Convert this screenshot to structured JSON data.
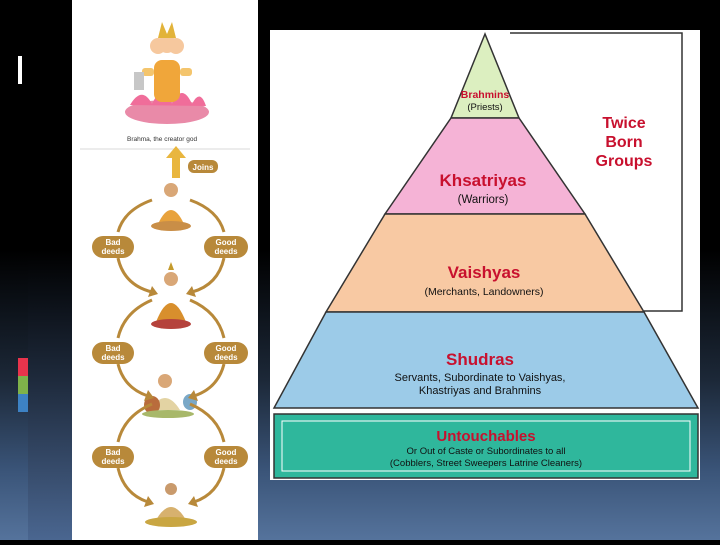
{
  "caption": "Brahma, the creator god",
  "joins_label": "Joins",
  "cycle_labels": [
    {
      "id": "bad1",
      "text": [
        "Bad",
        "deeds"
      ]
    },
    {
      "id": "good1",
      "text": [
        "Good",
        "deeds"
      ]
    },
    {
      "id": "bad2",
      "text": [
        "Bad",
        "deeds"
      ]
    },
    {
      "id": "good2",
      "text": [
        "Good",
        "deeds"
      ]
    },
    {
      "id": "bad3",
      "text": [
        "Bad",
        "deeds"
      ]
    },
    {
      "id": "good3",
      "text": [
        "Good",
        "deeds"
      ]
    }
  ],
  "bracket_label": [
    "Twice",
    "Born",
    "Groups"
  ],
  "tiers": [
    {
      "name": "Brahmins",
      "desc": [
        "(Priests)"
      ],
      "color": "#dcefc0"
    },
    {
      "name": "Khsatriyas",
      "desc": [
        "(Warriors)"
      ],
      "color": "#f5b3d6"
    },
    {
      "name": "Vaishyas",
      "desc": [
        "(Merchants, Landowners)"
      ],
      "color": "#f8c9a3"
    },
    {
      "name": "Shudras",
      "desc": [
        "Servants, Subordinate to Vaishyas,",
        "Khastriyas and Brahmins"
      ],
      "color": "#9ccbe8"
    },
    {
      "name": "Untouchables",
      "desc": [
        "Or Out of Caste or Subordinates to all",
        "(Cobblers, Street Sweepers Latrine Cleaners)"
      ],
      "color": "#2fb79c"
    }
  ],
  "colors": {
    "tier_title": "#c8102e",
    "accent_red": "#e8344c",
    "accent_green": "#7fb24a",
    "accent_blue": "#3d82c4",
    "label_gold": "#b8893a"
  }
}
